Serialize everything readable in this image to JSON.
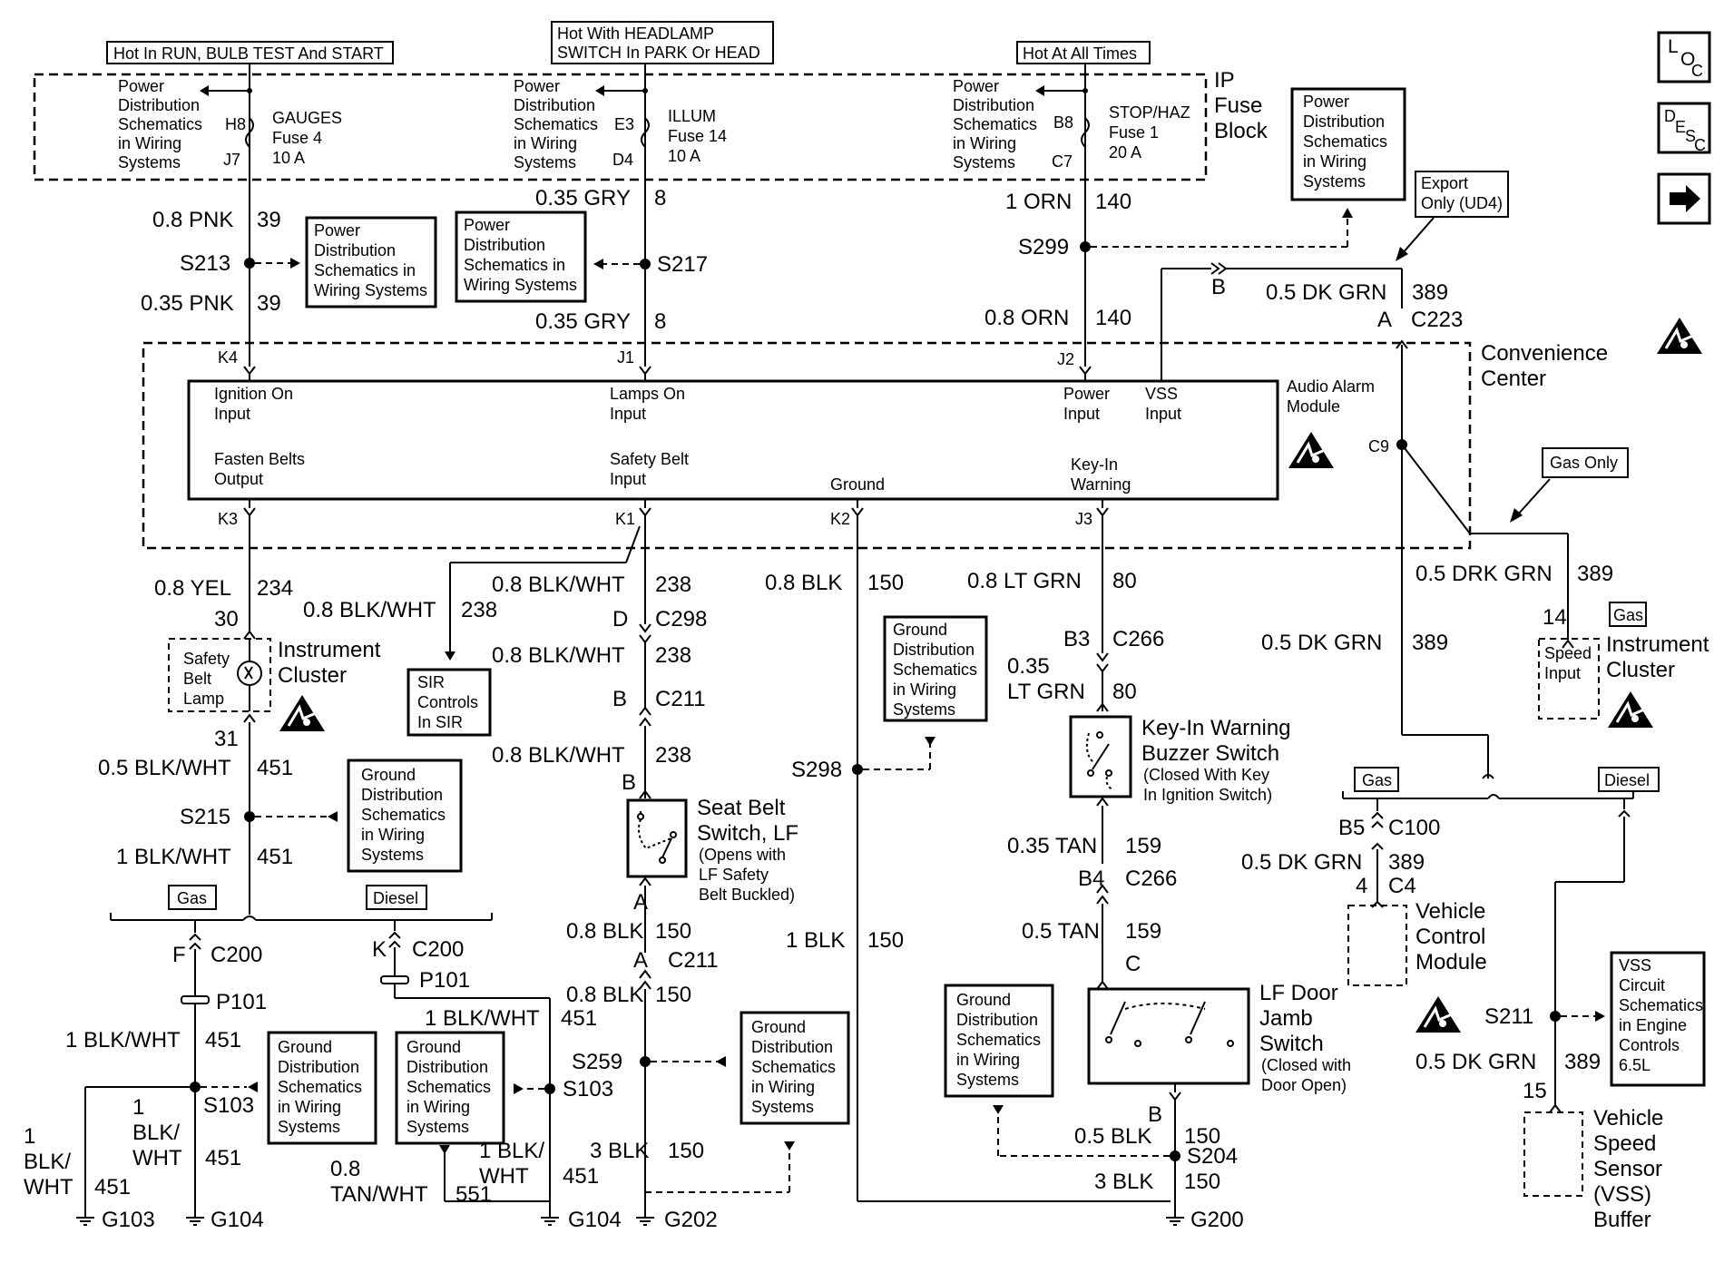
{
  "hot_labels": {
    "run": "Hot In RUN, BULB TEST And START",
    "headlamp_1": "Hot With HEADLAMP",
    "headlamp_2": "SWITCH In PARK Or HEAD",
    "all_times": "Hot At All Times"
  },
  "fuse_block": {
    "line1": "IP",
    "line2": "Fuse",
    "line3": "Block"
  },
  "pds": {
    "l1": "Power",
    "l2": "Distribution",
    "l3": "Schematics",
    "l4": "in Wiring",
    "l5": "Systems"
  },
  "pds_short": {
    "l1": "Power",
    "l2": "Distribution",
    "l3": "Schematics in",
    "l4": "Wiring Systems"
  },
  "gds": {
    "l1": "Ground",
    "l2": "Distribution",
    "l3": "Schematics",
    "l4": "in Wiring",
    "l5": "Systems"
  },
  "fuses": {
    "gauges": {
      "top": "H8",
      "bottom": "J7",
      "name": "GAUGES",
      "fuse": "Fuse 4",
      "amp": "10 A"
    },
    "illum": {
      "top": "E3",
      "bottom": "D4",
      "name": "ILLUM",
      "fuse": "Fuse 14",
      "amp": "10 A"
    },
    "stop": {
      "top": "B8",
      "bottom": "C7",
      "name": "STOP/HAZ",
      "fuse": "Fuse 1",
      "amp": "20 A"
    }
  },
  "wires": {
    "pnk08": "0.8 PNK",
    "pnk035": "0.35 PNK",
    "c39": "39",
    "gry": "0.35 GRY",
    "c8": "8",
    "orn1": "1 ORN",
    "orn08": "0.8 ORN",
    "c140": "140",
    "dkgrn05": "0.5 DK GRN",
    "drkgrn05": "0.5 DRK GRN",
    "c389": "389",
    "yel": "0.8 YEL",
    "c234": "234",
    "blkwht08": "0.8 BLK/WHT",
    "c238": "238",
    "blk08": "0.8 BLK",
    "c150": "150",
    "blk1": "1 BLK",
    "blk3": "3 BLK",
    "blk05": "0.5 BLK",
    "ltgrn08": "0.8 LT GRN",
    "ltgrn035a": "0.35",
    "ltgrn035b": "LT GRN",
    "c80": "80",
    "blkwht05": "0.5 BLK/WHT",
    "blkwht1": "1 BLK/WHT",
    "c451": "451",
    "blkwht_v1": "1",
    "blkwht_v2": "BLK/",
    "blkwht_v3": "WHT",
    "blkwht1b": "1 BLK/",
    "wht": "WHT",
    "tanwht_a": "0.8",
    "tanwht_b": "TAN/WHT",
    "c551": "551",
    "tan035": "0.35 TAN",
    "tan05": "0.5 TAN",
    "c159": "159"
  },
  "splices": {
    "s213": "S213",
    "s217": "S217",
    "s299": "S299",
    "s215": "S215",
    "s298": "S298",
    "s259": "S259",
    "s103": "S103",
    "s204": "S204",
    "s211": "S211"
  },
  "connectors": {
    "k4": "K4",
    "j1": "J1",
    "j2": "J2",
    "k3": "K3",
    "k1": "K1",
    "k2": "K2",
    "j3": "J3",
    "b": "B",
    "a": "A",
    "c223": "C223",
    "c9": "C9",
    "c30": "30",
    "c31": "31",
    "d": "D",
    "c298": "C298",
    "c211": "C211",
    "b3": "B3",
    "c266": "C266",
    "b4": "B4",
    "c": "C",
    "f": "F",
    "k": "K",
    "c200": "C200",
    "p101": "P101",
    "b5": "B5",
    "c100": "C100",
    "c4n": "4",
    "c4": "C4",
    "c14": "14",
    "c15": "15"
  },
  "grounds": {
    "g103": "G103",
    "g104": "G104",
    "g202": "G202",
    "g200": "G200"
  },
  "module": {
    "ign_1": "Ignition On",
    "ign_2": "Input",
    "lamps_1": "Lamps On",
    "lamps_2": "Input",
    "power_1": "Power",
    "power_2": "Input",
    "vss_1": "VSS",
    "vss_2": "Input",
    "fasten_1": "Fasten Belts",
    "fasten_2": "Output",
    "safety_1": "Safety Belt",
    "safety_2": "Input",
    "ground": "Ground",
    "keyin_1": "Key-In",
    "keyin_2": "Warning",
    "audio_1": "Audio Alarm",
    "audio_2": "Module"
  },
  "convenience": {
    "l1": "Convenience",
    "l2": "Center"
  },
  "export": {
    "l1": "Export",
    "l2": "Only (UD4)"
  },
  "gas_only": "Gas Only",
  "gas": "Gas",
  "diesel": "Diesel",
  "cluster": {
    "l1": "Instrument",
    "l2": "Cluster"
  },
  "safety_lamp": {
    "l1": "Safety",
    "l2": "Belt",
    "l3": "Lamp"
  },
  "speed_input": {
    "l1": "Speed",
    "l2": "Input"
  },
  "sir": {
    "l1": "SIR",
    "l2": "Controls",
    "l3": "In SIR"
  },
  "seat_switch": {
    "l1": "Seat Belt",
    "l2": "Switch, LF",
    "n1": "(Opens with",
    "n2": "LF Safety",
    "n3": "Belt Buckled)"
  },
  "buzzer": {
    "l1": "Key-In Warning",
    "l2": "Buzzer Switch",
    "n1": "(Closed With Key",
    "n2": "In Ignition Switch)"
  },
  "door": {
    "l1": "LF Door",
    "l2": "Jamb",
    "l3": "Switch",
    "n1": "(Closed with",
    "n2": "Door Open)"
  },
  "vcm": {
    "l1": "Vehicle",
    "l2": "Control",
    "l3": "Module"
  },
  "vss_sch": {
    "l1": "VSS",
    "l2": "Circuit",
    "l3": "Schematics",
    "l4": "in Engine",
    "l5": "Controls",
    "l6": "6.5L"
  },
  "vss_buffer": {
    "l1": "Vehicle",
    "l2": "Speed",
    "l3": "Sensor",
    "l4": "(VSS)",
    "l5": "Buffer"
  },
  "icons": {
    "loc_l": "L",
    "loc_o": "O",
    "loc_c": "C",
    "desc_d": "D",
    "desc_e": "E",
    "desc_s": "S",
    "desc_c": "C",
    "esd": "esd-warning-icon",
    "arrow": "right-arrow-icon"
  }
}
